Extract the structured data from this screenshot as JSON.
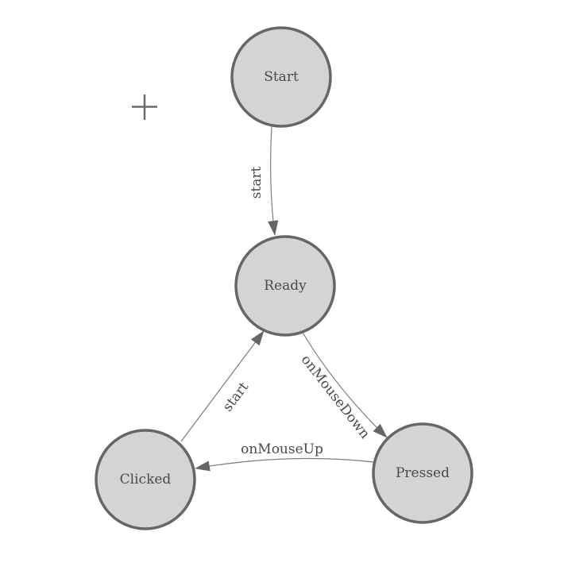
{
  "diagram": {
    "type": "state-machine",
    "nodes": [
      {
        "id": "start",
        "label": "Start"
      },
      {
        "id": "ready",
        "label": "Ready"
      },
      {
        "id": "clicked",
        "label": "Clicked"
      },
      {
        "id": "pressed",
        "label": "Pressed"
      }
    ],
    "edges": [
      {
        "from": "Start",
        "to": "Ready",
        "label": "start"
      },
      {
        "from": "Ready",
        "to": "Pressed",
        "label": "onMouseDown"
      },
      {
        "from": "Pressed",
        "to": "Clicked",
        "label": "onMouseUp"
      },
      {
        "from": "Clicked",
        "to": "Ready",
        "label": "start"
      }
    ],
    "icons": [
      {
        "name": "plus-crosshair-icon"
      }
    ],
    "colors": {
      "background": "#ffffff",
      "node_fill": "#d4d4d4",
      "node_border": "#666666",
      "edge_line": "#7d7d7d",
      "arrowhead": "#666666",
      "label_text": "#4a4a4a",
      "crosshair": "#6a6a6a"
    }
  }
}
